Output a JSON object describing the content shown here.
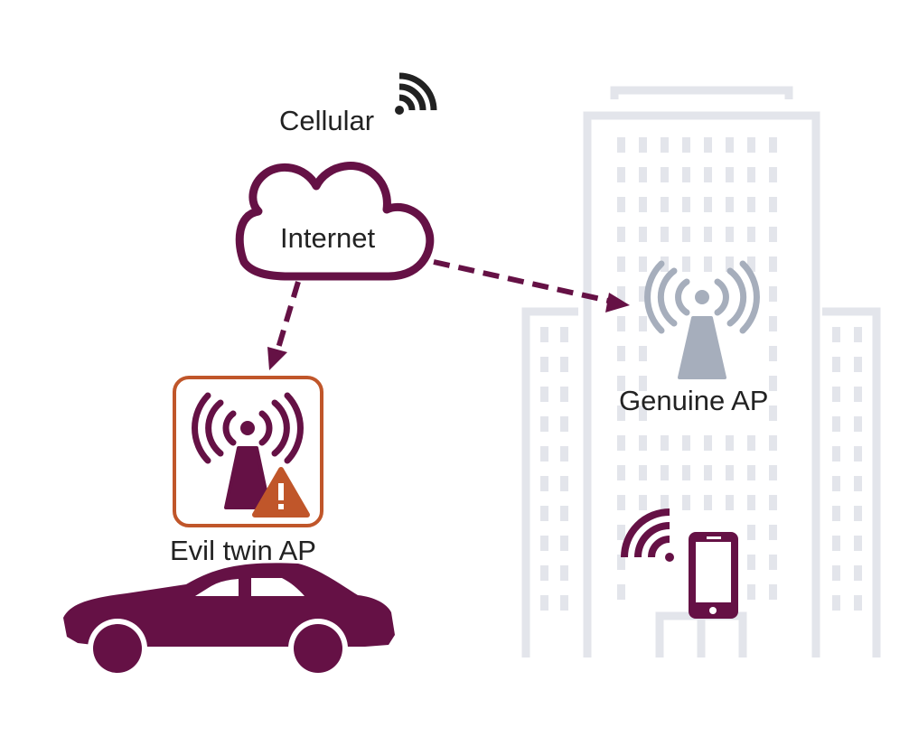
{
  "labels": {
    "cellular": "Cellular",
    "internet": "Internet",
    "genuine_ap": "Genuine AP",
    "evil_twin_ap": "Evil twin AP"
  },
  "colors": {
    "primary": "#651145",
    "warning": "#C0562A",
    "genuine": "#A6AEBC",
    "building": "#E3E5EB",
    "text": "#222222"
  },
  "icons": [
    "cellular-signal-icon",
    "cloud-icon",
    "access-point-icon",
    "warning-icon",
    "car-icon",
    "wifi-icon",
    "smartphone-icon",
    "building-icon"
  ]
}
